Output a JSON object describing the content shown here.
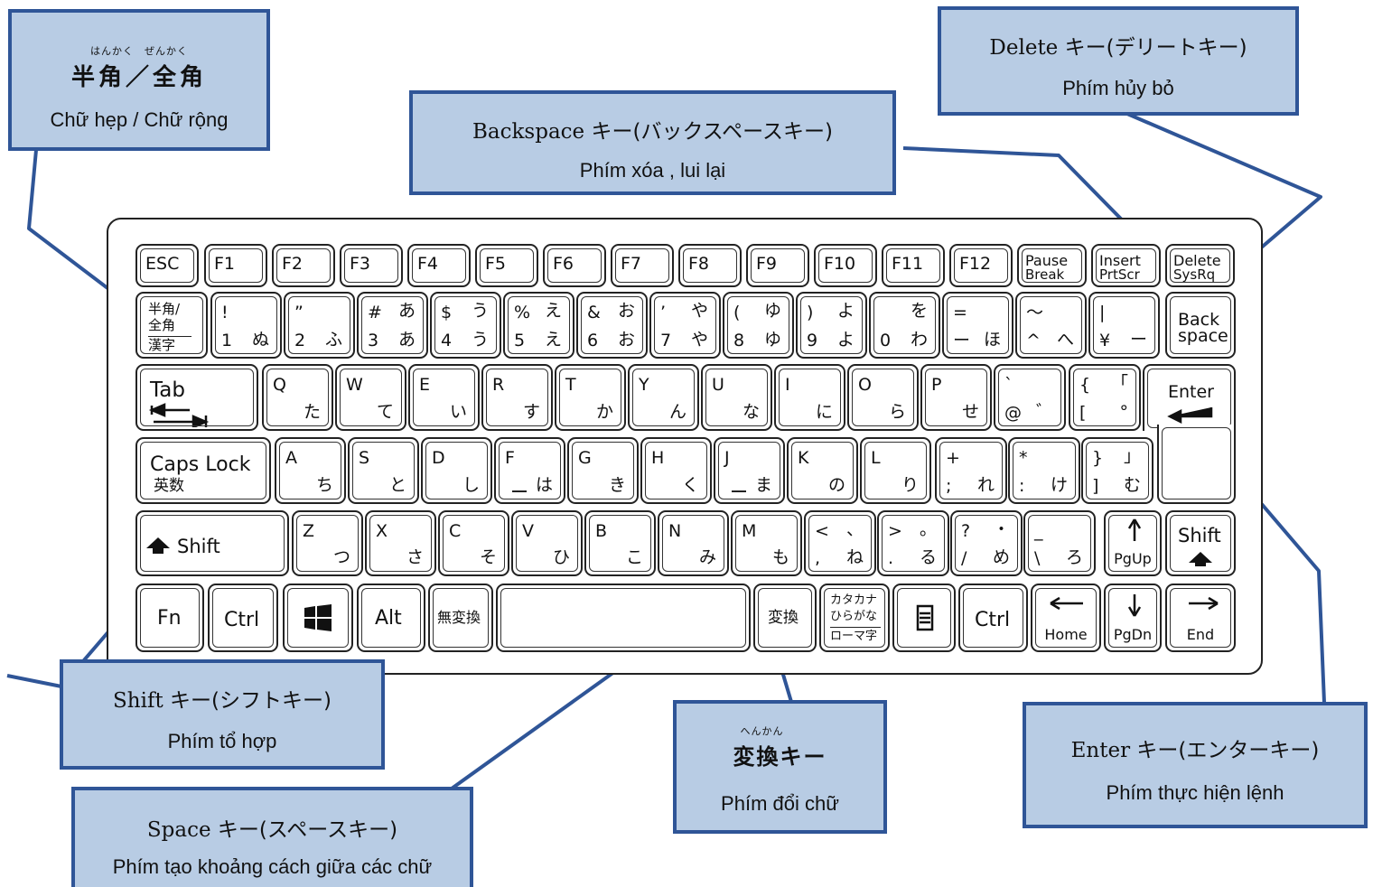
{
  "callouts": {
    "hankaku": {
      "ruby": "はんかく　ぜんかく",
      "title": "半角／全角",
      "sub": "Chữ hẹp / Chữ rộng"
    },
    "delete": {
      "title_en": "Delete",
      "title_jp": "キー(デリートキー)",
      "sub": "Phím hủy bỏ"
    },
    "backspace": {
      "title_en": "Backspace",
      "title_jp": "キー(バックスペースキー)",
      "sub": "Phím xóa , lui lại"
    },
    "shift": {
      "title_en": "Shift",
      "title_jp": "キー(シフトキー)",
      "sub": "Phím tổ hợp"
    },
    "henkan": {
      "ruby": "へんかん",
      "title": "変換キー",
      "sub": "Phím đổi chữ"
    },
    "enter": {
      "title_en": "Enter",
      "title_jp": "キー(エンターキー)",
      "sub": "Phím thực hiện lệnh"
    },
    "space": {
      "title_en": "Space",
      "title_jp": "キー(スペースキー)",
      "sub": "Phím tạo khoảng cách giữa các chữ"
    }
  },
  "keys": {
    "fn_row": [
      "ESC",
      "F1",
      "F2",
      "F3",
      "F4",
      "F5",
      "F6",
      "F7",
      "F8",
      "F9",
      "F10",
      "F11",
      "F12"
    ],
    "pause": [
      "Pause",
      "Break"
    ],
    "insert": [
      "Insert",
      "PrtScr"
    ],
    "delete": [
      "Delete",
      "SysRq"
    ],
    "hankaku": [
      "半角/",
      "全角",
      "漢字"
    ],
    "num_row": [
      {
        "tl": "!",
        "tr": "",
        "bl": "1",
        "br": "ぬ"
      },
      {
        "tl": "”",
        "tr": "",
        "bl": "2",
        "br": "ふ"
      },
      {
        "tl": "#",
        "tr": "あ",
        "bl": "3",
        "br": "あ"
      },
      {
        "tl": "$",
        "tr": "う",
        "bl": "4",
        "br": "う"
      },
      {
        "tl": "%",
        "tr": "え",
        "bl": "5",
        "br": "え"
      },
      {
        "tl": "&",
        "tr": "お",
        "bl": "6",
        "br": "お"
      },
      {
        "tl": "’",
        "tr": "や",
        "bl": "7",
        "br": "や"
      },
      {
        "tl": "(",
        "tr": "ゆ",
        "bl": "8",
        "br": "ゆ"
      },
      {
        "tl": ")",
        "tr": "よ",
        "bl": "9",
        "br": "よ"
      },
      {
        "tl": "",
        "tr": "を",
        "bl": "0",
        "br": "わ"
      },
      {
        "tl": "=",
        "tr": "",
        "bl": "ー",
        "br": "ほ"
      },
      {
        "tl": "～",
        "tr": "",
        "bl": "^",
        "br": "へ"
      },
      {
        "tl": "|",
        "tr": "",
        "bl": "¥",
        "br": "ー"
      }
    ],
    "backspace": [
      "Back",
      "space"
    ],
    "tab": "Tab",
    "q_row": [
      {
        "t": "Q",
        "b": "た"
      },
      {
        "t": "W",
        "b": "て"
      },
      {
        "t": "E",
        "b": "い"
      },
      {
        "t": "R",
        "b": "す"
      },
      {
        "t": "T",
        "b": "か"
      },
      {
        "t": "Y",
        "b": "ん"
      },
      {
        "t": "U",
        "b": "な"
      },
      {
        "t": "I",
        "b": "に"
      },
      {
        "t": "O",
        "b": "ら"
      },
      {
        "t": "P",
        "b": "せ"
      }
    ],
    "at_key": {
      "tl": "`",
      "bl": "@",
      "br": "゛"
    },
    "bracket_key": {
      "tl": "{",
      "tr": "「",
      "bl": "[",
      "br": "°"
    },
    "enter": "Enter",
    "caps": [
      "Caps Lock",
      "英数"
    ],
    "a_row": [
      {
        "t": "A",
        "b": "ち"
      },
      {
        "t": "S",
        "b": "と"
      },
      {
        "t": "D",
        "b": "し"
      },
      {
        "t": "F",
        "b": "は"
      },
      {
        "t": "G",
        "b": "き"
      },
      {
        "t": "H",
        "b": "く"
      },
      {
        "t": "J",
        "b": "ま"
      },
      {
        "t": "K",
        "b": "の"
      },
      {
        "t": "L",
        "b": "り"
      }
    ],
    "semicolon": {
      "tl": "+",
      "bl": ";",
      "br": "れ"
    },
    "colon": {
      "tl": "*",
      "bl": ":",
      "br": "け"
    },
    "rbracket": {
      "tl": "}",
      "tr": "」",
      "bl": "]",
      "br": "む"
    },
    "shift": "Shift",
    "z_row": [
      {
        "t": "Z",
        "b": "つ"
      },
      {
        "t": "X",
        "b": "さ"
      },
      {
        "t": "C",
        "b": "そ"
      },
      {
        "t": "V",
        "b": "ひ"
      },
      {
        "t": "B",
        "b": "こ"
      },
      {
        "t": "N",
        "b": "み"
      },
      {
        "t": "M",
        "b": "も"
      }
    ],
    "comma": {
      "tl": "<",
      "tr": "、",
      "bl": ",",
      "br": "ね"
    },
    "period": {
      "tl": ">",
      "tr": "。",
      "bl": ".",
      "br": "る"
    },
    "slash": {
      "tl": "?",
      "tr": "・",
      "bl": "/",
      "br": "め"
    },
    "backslash": {
      "tl": "_",
      "bl": "\\",
      "br": "ろ"
    },
    "pgup": "PgUp",
    "rshift": "Shift",
    "bottom": {
      "fn": "Fn",
      "ctrl": "Ctrl",
      "alt": "Alt",
      "muhenkan": "無変換",
      "henkan": "変換",
      "kana": [
        "カタカナ",
        "ひらがな",
        "ローマ字"
      ],
      "rctrl": "Ctrl",
      "home": "Home",
      "pgdn": "PgDn",
      "end": "End"
    }
  }
}
